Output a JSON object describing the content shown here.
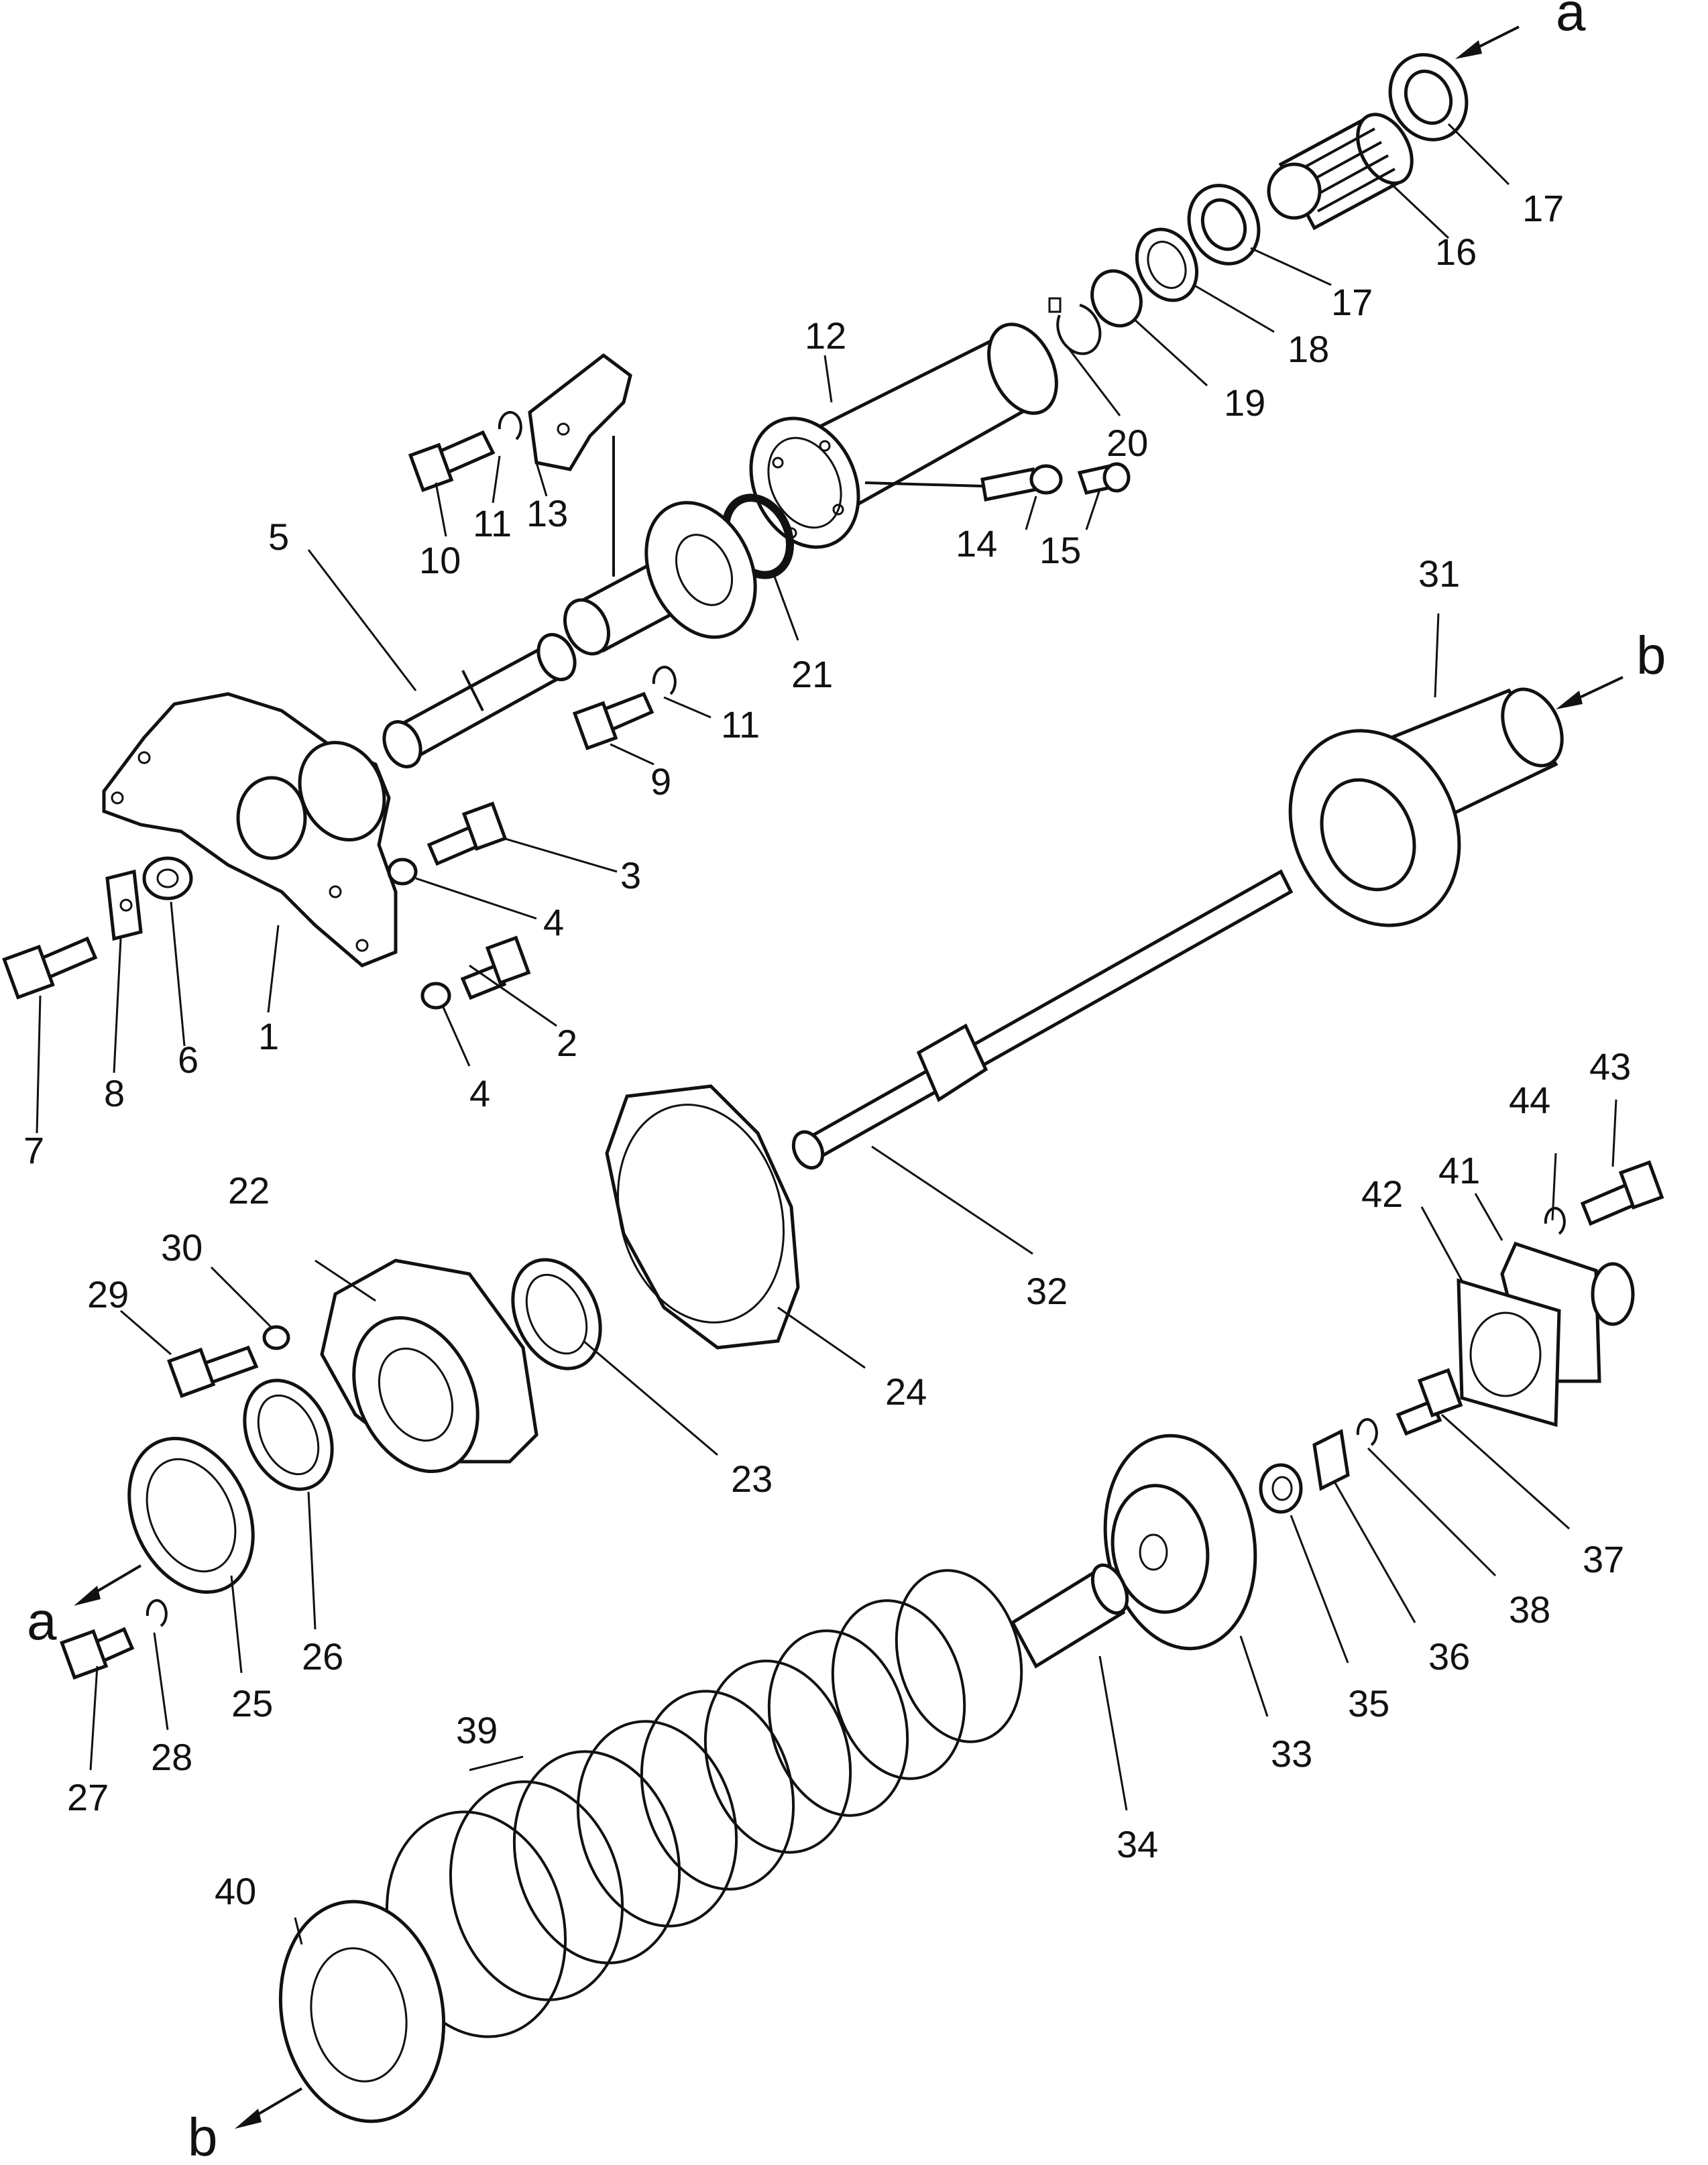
{
  "diagram": {
    "parts": [
      {
        "id": "p1",
        "label": "1"
      },
      {
        "id": "p2",
        "label": "2"
      },
      {
        "id": "p3",
        "label": "3"
      },
      {
        "id": "p4a",
        "label": "4"
      },
      {
        "id": "p4b",
        "label": "4"
      },
      {
        "id": "p5",
        "label": "5"
      },
      {
        "id": "p6",
        "label": "6"
      },
      {
        "id": "p7",
        "label": "7"
      },
      {
        "id": "p8",
        "label": "8"
      },
      {
        "id": "p9",
        "label": "9"
      },
      {
        "id": "p10",
        "label": "10"
      },
      {
        "id": "p11a",
        "label": "11"
      },
      {
        "id": "p11b",
        "label": "11"
      },
      {
        "id": "p12",
        "label": "12"
      },
      {
        "id": "p13",
        "label": "13"
      },
      {
        "id": "p14",
        "label": "14"
      },
      {
        "id": "p15",
        "label": "15"
      },
      {
        "id": "p16",
        "label": "16"
      },
      {
        "id": "p17a",
        "label": "17"
      },
      {
        "id": "p17b",
        "label": "17"
      },
      {
        "id": "p18",
        "label": "18"
      },
      {
        "id": "p19",
        "label": "19"
      },
      {
        "id": "p20",
        "label": "20"
      },
      {
        "id": "p21",
        "label": "21"
      },
      {
        "id": "p22",
        "label": "22"
      },
      {
        "id": "p23",
        "label": "23"
      },
      {
        "id": "p24",
        "label": "24"
      },
      {
        "id": "p25",
        "label": "25"
      },
      {
        "id": "p26",
        "label": "26"
      },
      {
        "id": "p27",
        "label": "27"
      },
      {
        "id": "p28",
        "label": "28"
      },
      {
        "id": "p29",
        "label": "29"
      },
      {
        "id": "p30",
        "label": "30"
      },
      {
        "id": "p31",
        "label": "31"
      },
      {
        "id": "p32",
        "label": "32"
      },
      {
        "id": "p33",
        "label": "33"
      },
      {
        "id": "p34",
        "label": "34"
      },
      {
        "id": "p35",
        "label": "35"
      },
      {
        "id": "p36",
        "label": "36"
      },
      {
        "id": "p37",
        "label": "37"
      },
      {
        "id": "p38",
        "label": "38"
      },
      {
        "id": "p39",
        "label": "39"
      },
      {
        "id": "p40",
        "label": "40"
      },
      {
        "id": "p41",
        "label": "41"
      },
      {
        "id": "p42",
        "label": "42"
      },
      {
        "id": "p43",
        "label": "43"
      },
      {
        "id": "p44",
        "label": "44"
      }
    ],
    "connectors": [
      {
        "id": "a_top",
        "label": "a"
      },
      {
        "id": "a_bottom",
        "label": "a"
      },
      {
        "id": "b_top",
        "label": "b"
      },
      {
        "id": "b_bottom",
        "label": "b"
      }
    ]
  }
}
